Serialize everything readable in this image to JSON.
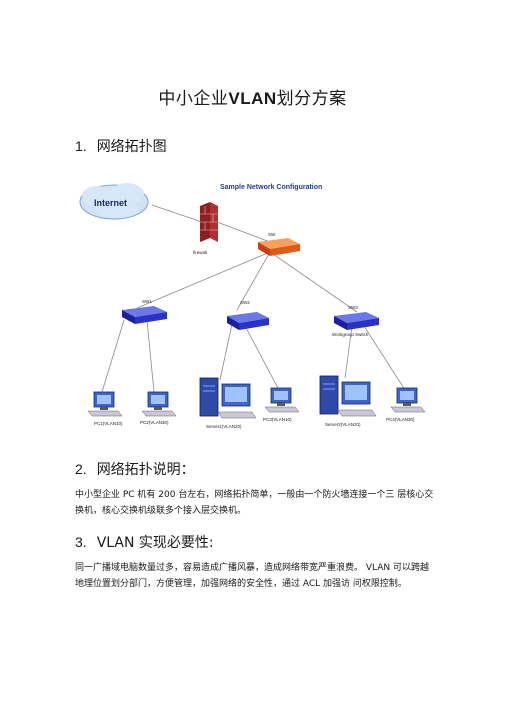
{
  "doc_title_prefix": "中小企业",
  "doc_title_bold": "VLAN",
  "doc_title_suffix": "划分方案",
  "sections": [
    {
      "num": "1.",
      "title": "网络拓扑图"
    },
    {
      "num": "2.",
      "title": "网络拓扑说明："
    },
    {
      "num": "3.",
      "title": "VLAN 实现必要性:"
    }
  ],
  "topology_text": "中小型企业 PC 机有 200 台左右，网络拓扑简单，一般由一个防火墙连接一个三 层核心交换机，核心交换机级联多个接入层交换机。",
  "vlan_text": "同一广播域电脑数量过多，容易造成广播风暴，造成网络带宽严重浪费。 VLAN 可以跨越地理位置划分部门，方便管理，加强网络的安全性，通过 ACL 加强访 问权限控制。",
  "diagram": {
    "title": "Sample Network Configuration",
    "internet": "Internet",
    "firewall": "firewall",
    "core_switch": "SW",
    "sw1": "SW1",
    "sw2": "SW2",
    "sw3": "SW3",
    "workgroup": "Workgroup Switch",
    "pc1": "PC1(VLAN10)",
    "pc2": "PC2(VLAN30)",
    "server1": "Server1(VLAN20)",
    "pc3": "PC3(VLAN10)",
    "server2": "Server2(VLAN20)",
    "pc4": "PC4(VLAN30)"
  }
}
